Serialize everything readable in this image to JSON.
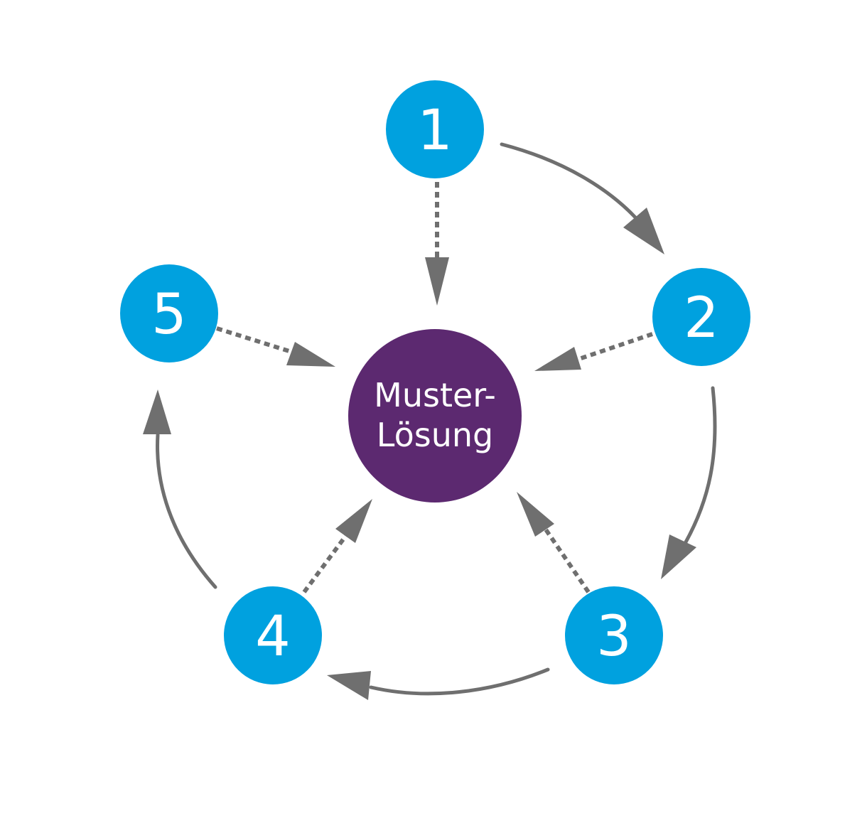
{
  "colors": {
    "node": "#00a1df",
    "center": "#5c2970",
    "arrow": "#6f6f6f",
    "label": "#ffffff"
  },
  "center": {
    "line1": "Muster-",
    "line2": "Lösung"
  },
  "nodes": [
    {
      "id": "1",
      "label": "1"
    },
    {
      "id": "2",
      "label": "2"
    },
    {
      "id": "3",
      "label": "3"
    },
    {
      "id": "4",
      "label": "4"
    },
    {
      "id": "5",
      "label": "5"
    }
  ],
  "cycle_edges": [
    {
      "from": "1",
      "to": "2",
      "style": "solid"
    },
    {
      "from": "2",
      "to": "3",
      "style": "solid"
    },
    {
      "from": "3",
      "to": "4",
      "style": "solid"
    },
    {
      "from": "4",
      "to": "5",
      "style": "solid"
    }
  ],
  "center_edges": [
    {
      "from": "1",
      "to": "center",
      "style": "dotted"
    },
    {
      "from": "2",
      "to": "center",
      "style": "dotted"
    },
    {
      "from": "3",
      "to": "center",
      "style": "dotted"
    },
    {
      "from": "4",
      "to": "center",
      "style": "dotted"
    },
    {
      "from": "5",
      "to": "center",
      "style": "dotted"
    }
  ]
}
